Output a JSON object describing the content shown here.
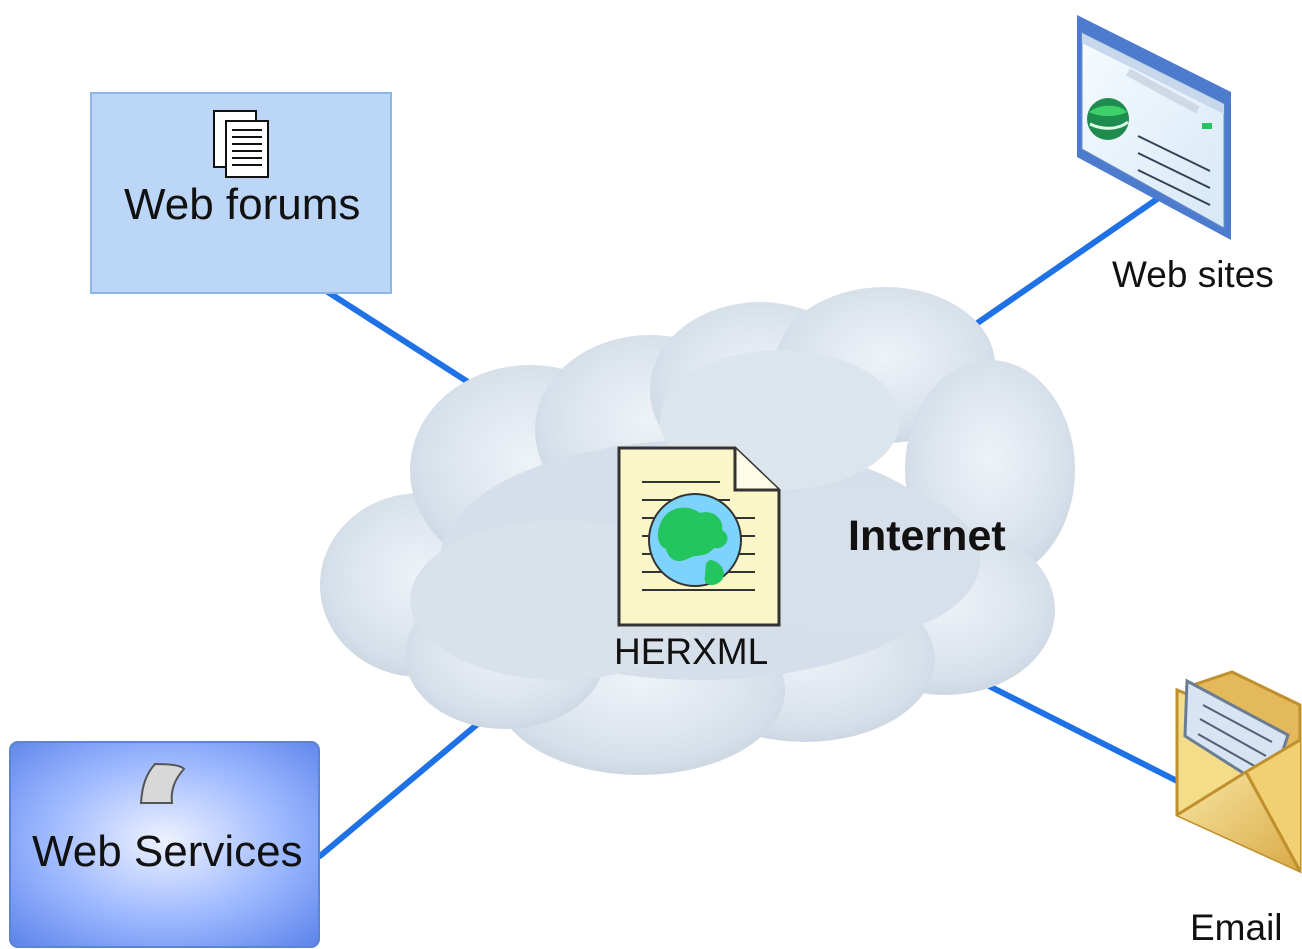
{
  "nodes": {
    "web_forums": {
      "label": "Web forums",
      "icon": "document-stack-icon",
      "fill": "#bcd6f7",
      "stroke": "#8db6e4"
    },
    "web_services": {
      "label": "Web Services",
      "icon": "leaf-icon",
      "fill": "#6f98ef",
      "stroke": "#5b84d4"
    },
    "web_sites": {
      "label": "Web sites",
      "icon": "browser-window-icon"
    },
    "email": {
      "label": "Email",
      "icon": "envelope-icon"
    },
    "cloud": {
      "label": "Internet",
      "icon": "cloud-icon"
    },
    "center_doc": {
      "label": "HERXML",
      "icon": "globe-document-icon"
    }
  },
  "colors": {
    "connector": "#1f72e6",
    "cloud": "#cfd9e5",
    "cloud_shadow": "#c2cedb",
    "doc_fill": "#fbf6c8",
    "doc_stroke": "#333333",
    "globe_land": "#22c55e",
    "globe_sea": "#7dd3fc"
  }
}
